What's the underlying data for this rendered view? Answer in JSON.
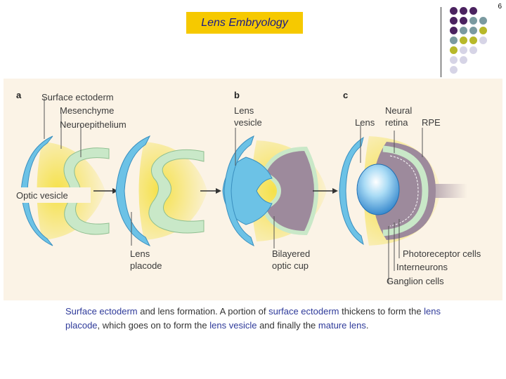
{
  "page_number": "6",
  "title": "Lens Embryology",
  "decor_colors": [
    "#4b2360",
    "#7a9aa0",
    "#b7b82a",
    "#d6d4e6"
  ],
  "figure": {
    "panel_labels": [
      "a",
      "b",
      "c"
    ],
    "labels": {
      "surface_ectoderm": "Surface ectoderm",
      "mesenchyme": "Mesenchyme",
      "neuroepithelium": "Neuroepithelium",
      "optic_vesicle": "Optic vesicle",
      "lens_placode_1": "Lens",
      "lens_placode_2": "placode",
      "lens_vesicle_1": "Lens",
      "lens_vesicle_2": "vesicle",
      "bilayered_1": "Bilayered",
      "bilayered_2": "optic cup",
      "lens": "Lens",
      "neural_retina_1": "Neural",
      "neural_retina_2": "retina",
      "rpe": "RPE",
      "photoreceptor_cells": "Photoreceptor cells",
      "interneurons": "Interneurons",
      "ganglion_cells": "Ganglion cells"
    },
    "colors": {
      "yellow": "#f5e14a",
      "blue": "#6cc2e6",
      "green": "#c9e8c8",
      "mauve": "#9d8a9c",
      "background": "#fbf3e6"
    }
  },
  "caption": {
    "p1": "Surface ectoderm",
    "p2": " and lens formation. A portion of ",
    "p3": "surface ectoderm",
    "p4": " thickens to form the ",
    "p5": "lens placode",
    "p6": ", which goes on to form the ",
    "p7": "lens vesicle",
    "p8": " and finally the ",
    "p9": "mature lens",
    "p10": "."
  }
}
